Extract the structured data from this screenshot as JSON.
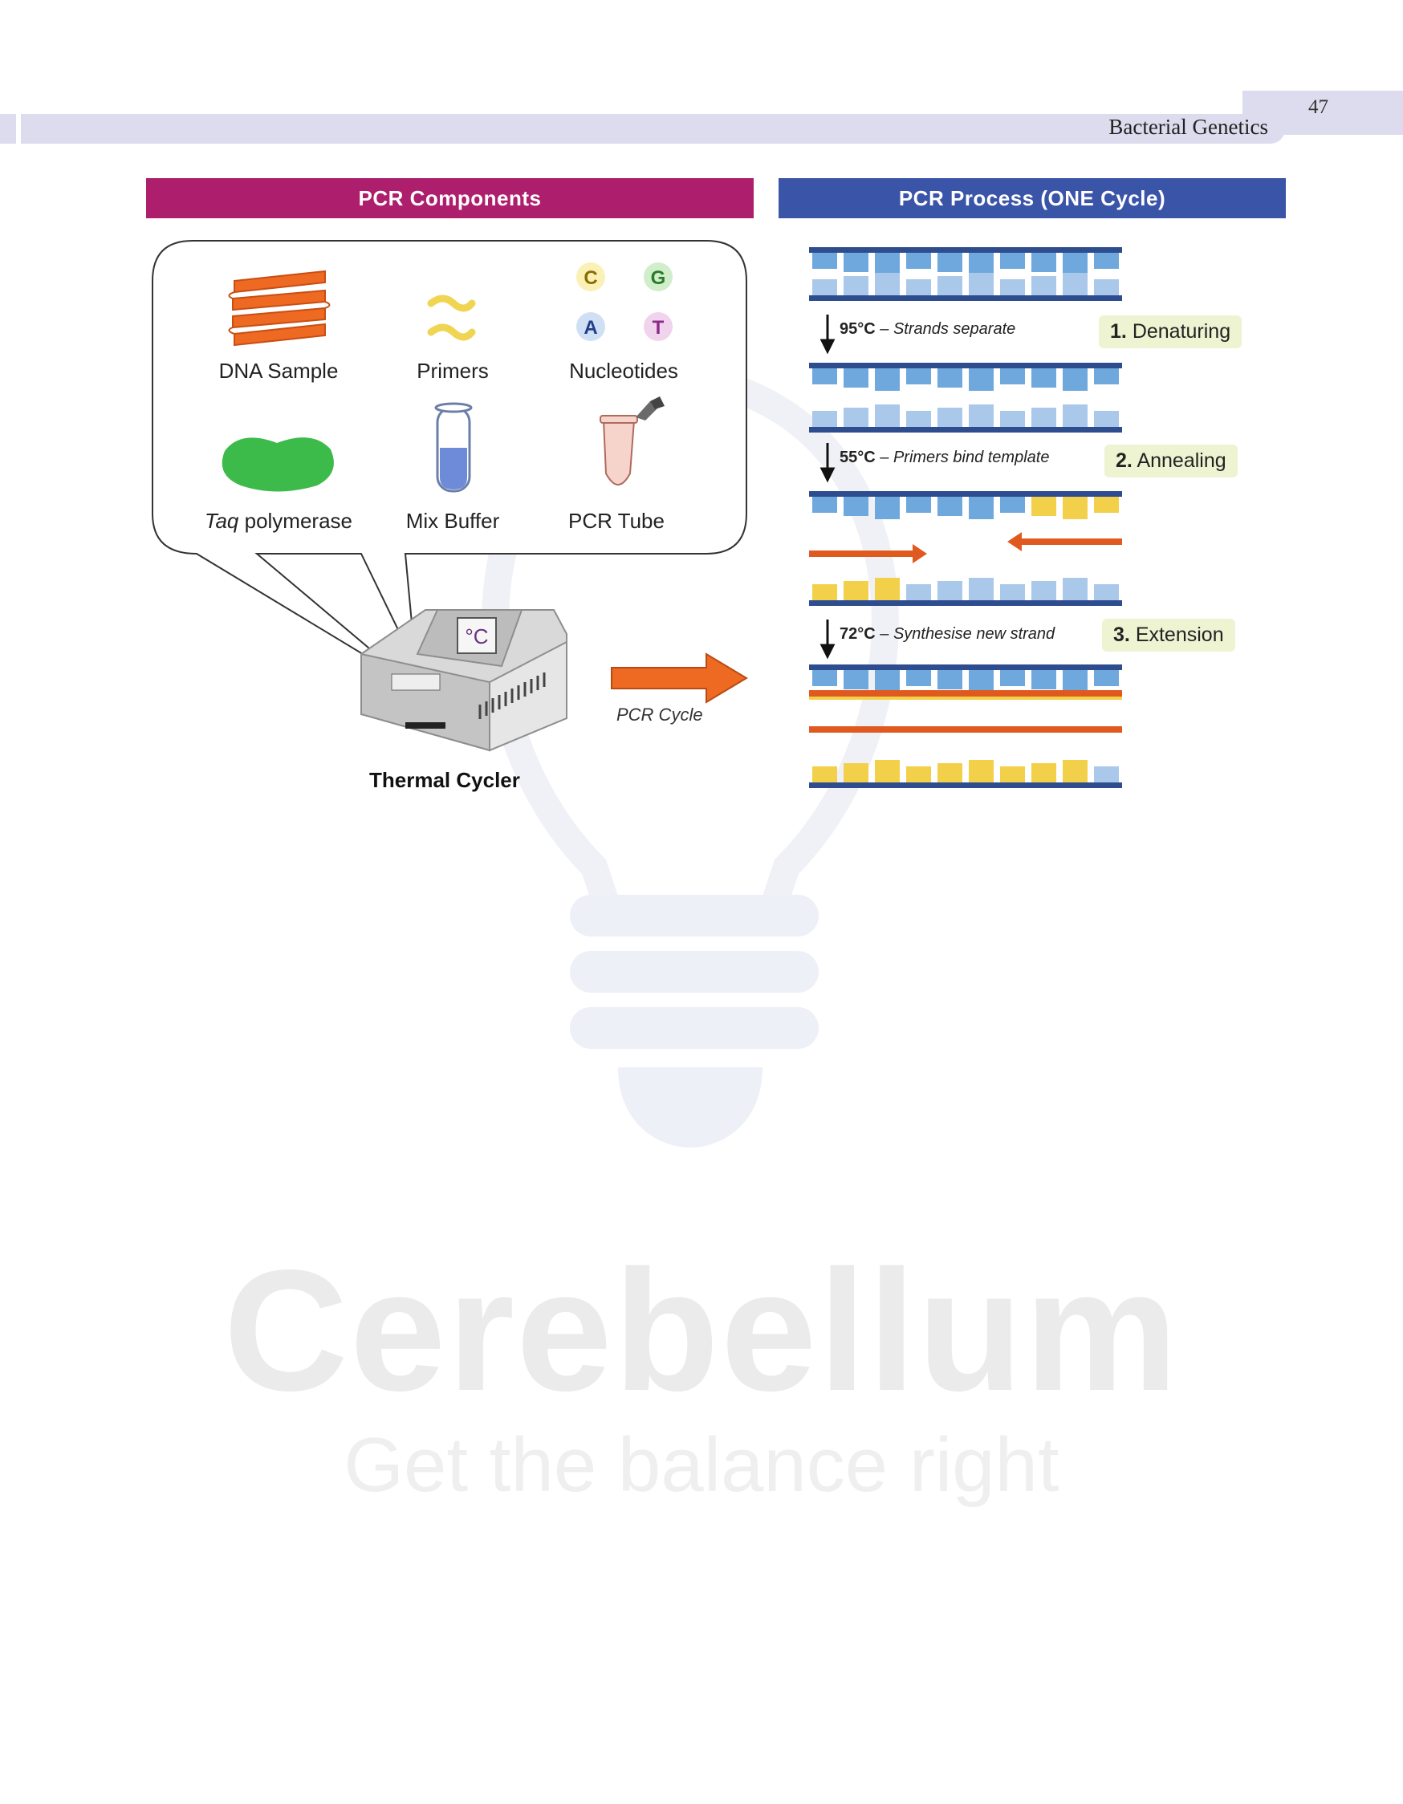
{
  "header": {
    "page_number": "47",
    "running_title": "Bacterial Genetics"
  },
  "components_panel": {
    "title": "PCR Components",
    "items": [
      {
        "label": "DNA Sample",
        "icon": "dna-helix-icon"
      },
      {
        "label": "Primers",
        "icon": "primers-icon"
      },
      {
        "label": "Nucleotides",
        "icon": "nucleotides-icon",
        "bases": [
          "C",
          "G",
          "A",
          "T"
        ]
      },
      {
        "label_italic": "Taq",
        "label": " polymerase",
        "icon": "taq-polymerase-icon"
      },
      {
        "label": "Mix Buffer",
        "icon": "test-tube-icon"
      },
      {
        "label": "PCR Tube",
        "icon": "pcr-tube-icon"
      }
    ],
    "machine_label": "Thermal Cycler",
    "display_symbol": "°C",
    "arrow_label": "PCR Cycle"
  },
  "process_panel": {
    "title": "PCR Process  (ONE Cycle)",
    "steps": [
      {
        "temp": "95°C",
        "sep": " – ",
        "desc": "Strands separate",
        "num": "1.",
        "name": "Denaturing"
      },
      {
        "temp": "55°C",
        "sep": " – ",
        "desc": "Primers bind template",
        "num": "2.",
        "name": "Annealing"
      },
      {
        "temp": "72°C",
        "sep": " – ",
        "desc": "Synthesise new strand",
        "num": "3.",
        "name": "Extension"
      }
    ]
  },
  "watermark": {
    "brand": "Cerebellum",
    "tagline": "Get the balance right"
  },
  "colors": {
    "components_banner": "#ad1e6c",
    "process_banner": "#3a54a8",
    "strand": "#2e4d8f",
    "base_blue": "#6fa8dc",
    "base_light": "#a9c8ea",
    "base_yellow": "#f3d04a",
    "primer_orange": "#e05a1f",
    "badge_bg": "#eef3d2"
  }
}
